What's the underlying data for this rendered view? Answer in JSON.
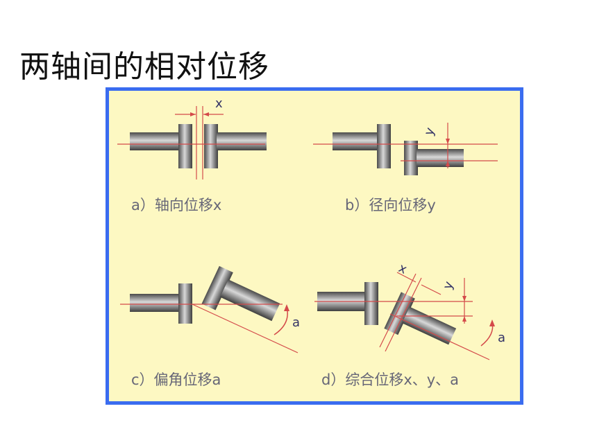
{
  "title": "两轴间的相对位移",
  "panels": [
    {
      "caption": "a）轴向位移x",
      "symbols": [
        "x"
      ]
    },
    {
      "caption": "b）径向位移y",
      "symbols": [
        "y"
      ]
    },
    {
      "caption": "c）偏角位移a",
      "symbols": [
        "a"
      ]
    },
    {
      "caption": "d）综合位移x、y、a",
      "symbols": [
        "x",
        "y",
        "a"
      ]
    }
  ],
  "colors": {
    "frame": "#3a6cf0",
    "background": "#fdf8c2",
    "line": "#d44a4a",
    "shaft": "#777777"
  }
}
